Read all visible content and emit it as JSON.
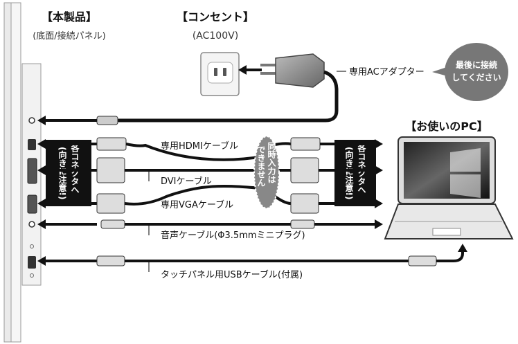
{
  "product": {
    "title": "【本製品】",
    "subtitle": "(底面/接続パネル)"
  },
  "outlet": {
    "title": "【コンセント】",
    "subtitle": "(AC100V)"
  },
  "pc": {
    "title": "【お使いのPC】"
  },
  "adapter": {
    "label": "専用ACアダプター"
  },
  "callout": {
    "line1": "最後に接続",
    "line2": "してください"
  },
  "side_note": {
    "text": "各コネクタへ(向きに注意!)"
  },
  "simultaneous_note": {
    "text": "同時入力はできません"
  },
  "cables": {
    "hdmi": "専用HDMIケーブル",
    "dvi": "DVIケーブル",
    "vga": "専用VGAケーブル",
    "audio": "音声ケーブル(Φ3.5mmミニプラグ)",
    "usb": "タッチパネル用USBケーブル(付属)"
  },
  "colors": {
    "cable": "#111111",
    "panel": "#f2f2f2",
    "note_bg": "#111111",
    "callout_bg": "#777777"
  },
  "icons": [
    "outlet-icon",
    "ac-adapter-icon",
    "laptop-icon",
    "hdmi-plug-icon",
    "dvi-plug-icon",
    "vga-plug-icon",
    "audio-plug-icon",
    "usb-plug-icon",
    "arrow-icon"
  ]
}
